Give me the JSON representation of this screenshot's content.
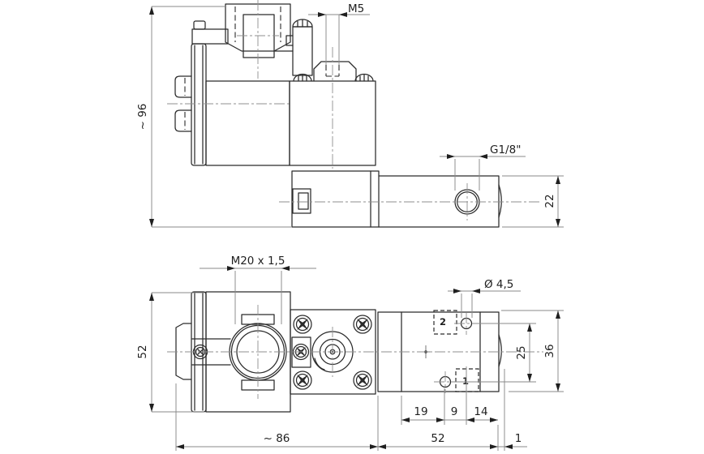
{
  "drawing": {
    "top_view": {
      "dim_overall_height": "~ 96",
      "dim_thread_m5": "M5",
      "dim_port_thread": "G1/8\"",
      "dim_body_height": "22"
    },
    "bottom_view": {
      "dim_gland_thread": "M20 x 1,5",
      "dim_hole_diameter": "Ø 4,5",
      "dim_hole_offset": "25",
      "dim_end_height": "36",
      "dim_body_width": "52",
      "dim_pitch_19": "19",
      "dim_pitch_9": "9",
      "dim_pitch_14": "14",
      "dim_overall_length": "~ 86",
      "dim_body_length": "52",
      "dim_lip": "1",
      "port_labels": {
        "port2": "2",
        "port1": "1"
      }
    }
  }
}
